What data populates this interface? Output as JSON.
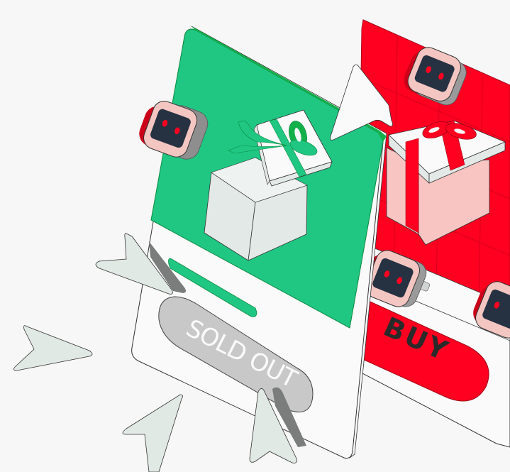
{
  "illustration": {
    "description": "Isometric illustration of two gift cards: a green sold-out card and a red buy card, surrounded by bot heads and cursors",
    "green_card": {
      "button_label": "SOLD OUT",
      "status": "sold-out",
      "accent": "#1fc783"
    },
    "red_card": {
      "button_label": "BUY",
      "status": "available",
      "accent": "#ff0020"
    },
    "colors": {
      "background": "#f7f7f7",
      "green": "#1fc783",
      "green_dark": "#13b04a",
      "red": "#ff0020",
      "robot_face": "#f4c6c2",
      "robot_screen": "#263241",
      "robot_eye": "#ff0020",
      "cursor_fill": "#e1e9e5",
      "cursor_shadow": "#7a7d7b",
      "sold_out_button": "#c8c8c8",
      "gift_box": "#e3e9e6",
      "gift_box_red": "#f8c5c2"
    },
    "icons": [
      "robot-head-icon",
      "cursor-arrow-icon",
      "gift-box-icon"
    ]
  }
}
